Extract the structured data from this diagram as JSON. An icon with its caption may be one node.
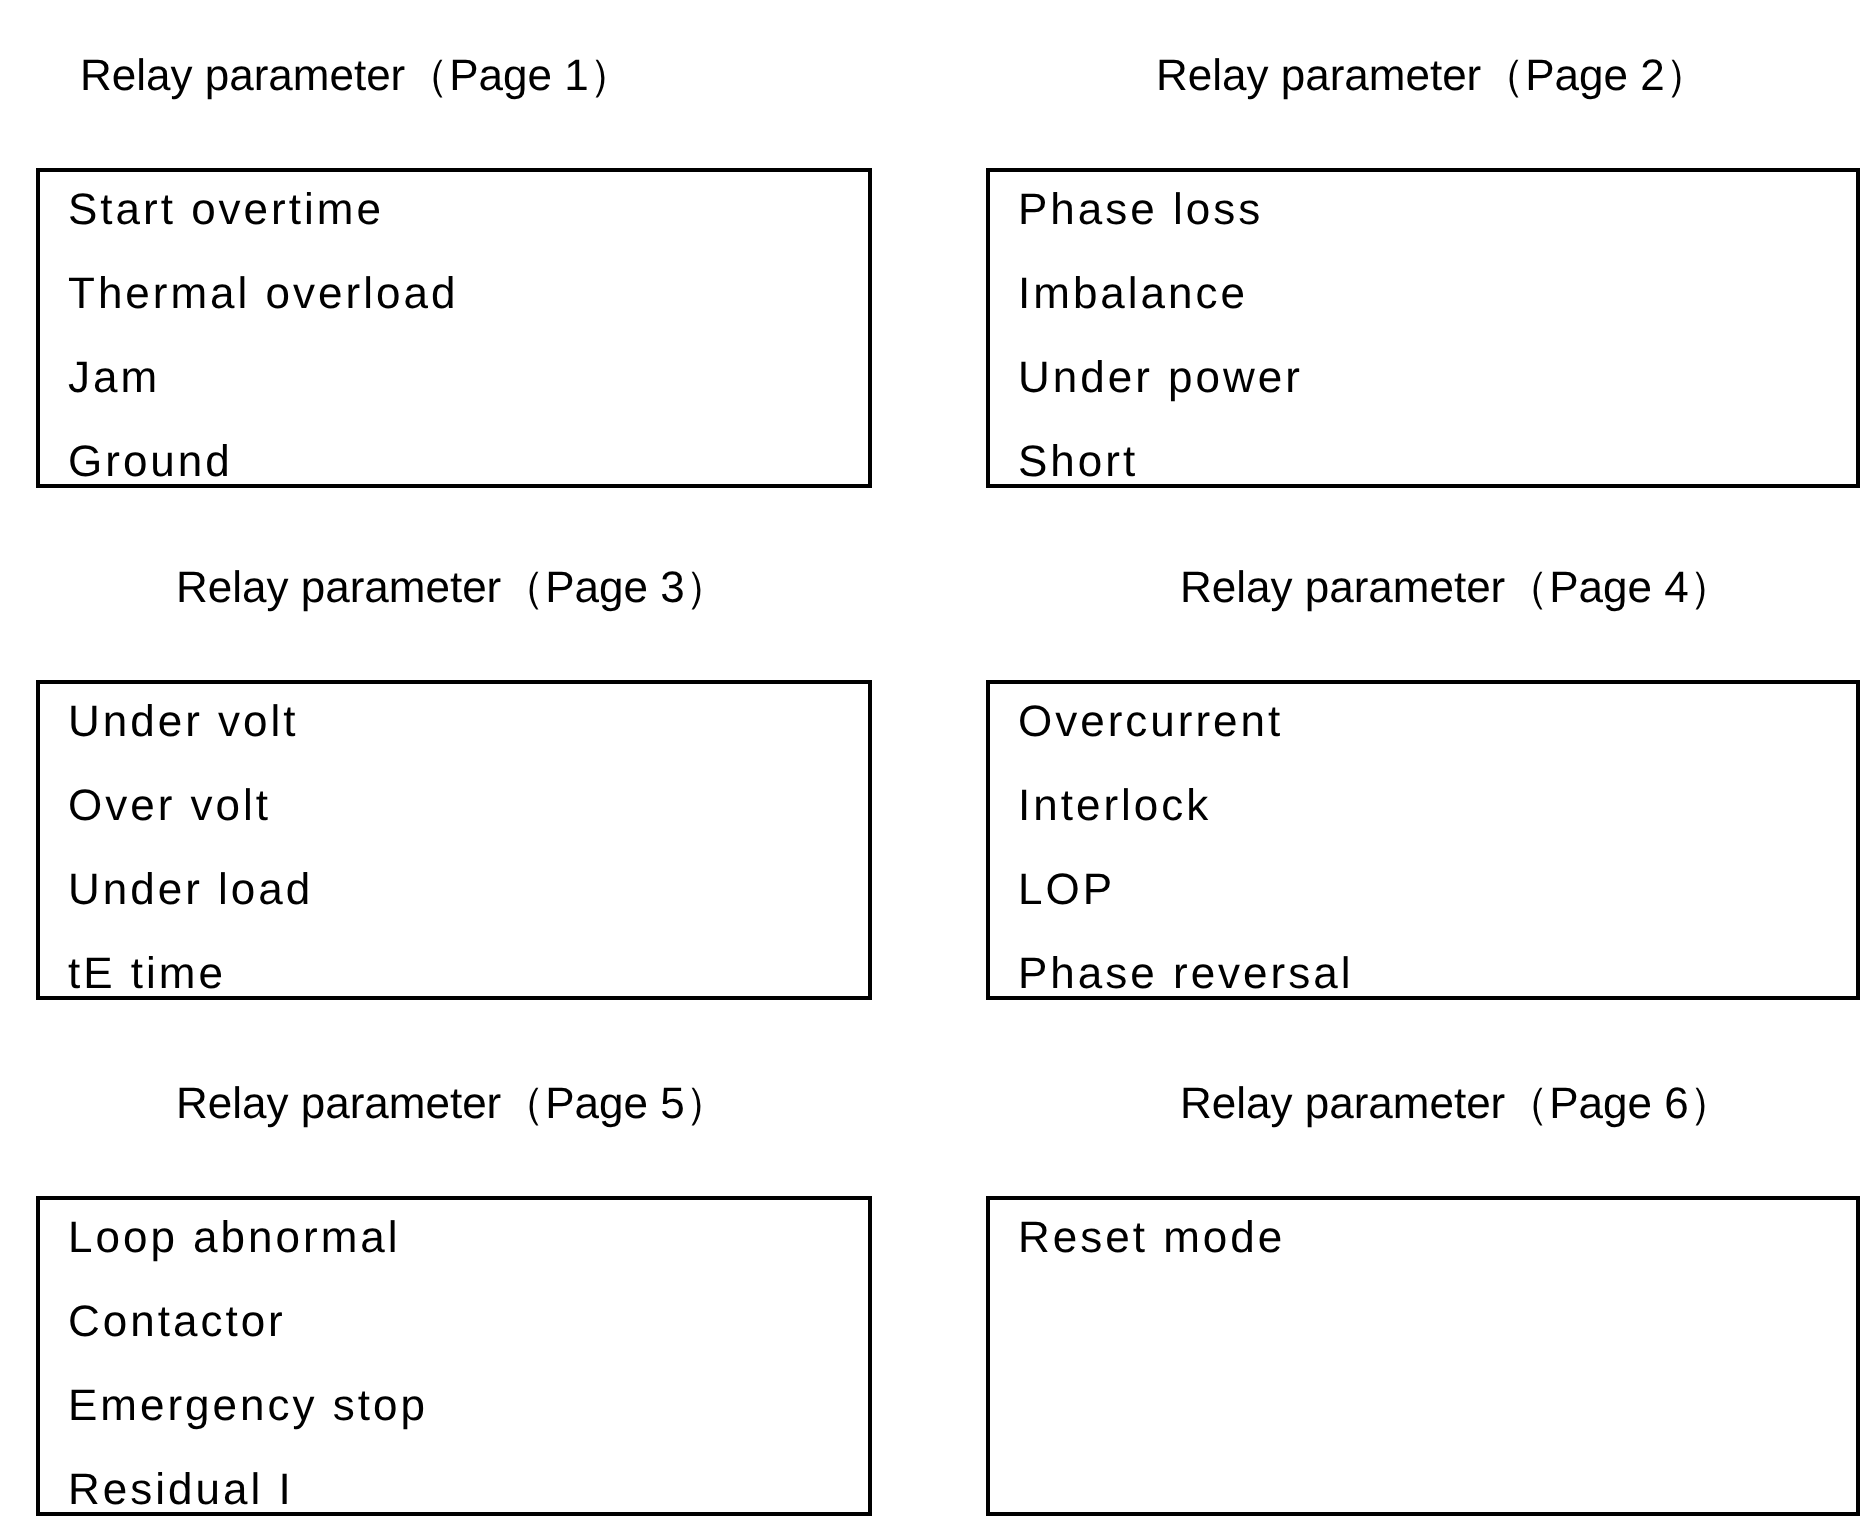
{
  "diagram": {
    "nodes": [
      {
        "text": [
          "Relay parameter（Page 1）",
          "Start overtime",
          "Thermal overload",
          "Jam",
          "Ground"
        ]
      },
      {
        "text": [
          "Relay parameter（Page 2）",
          "Phase loss",
          "Imbalance",
          "Under power",
          "Short"
        ]
      },
      {
        "text": [
          "Relay parameter（Page 3）",
          "Under volt",
          "Over volt",
          "Under load",
          "tE time"
        ]
      },
      {
        "text": [
          "Relay parameter（Page 4）",
          "Overcurrent",
          "Interlock",
          "LOP",
          "Phase reversal"
        ]
      },
      {
        "text": [
          "Relay parameter（Page 5）",
          "Loop abnormal",
          "Contactor",
          "Emergency stop",
          "Residual I"
        ]
      },
      {
        "text": [
          "Relay parameter（Page 6）",
          "Reset mode"
        ]
      }
    ]
  }
}
